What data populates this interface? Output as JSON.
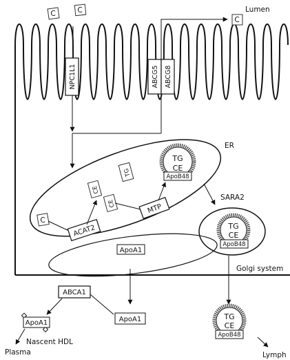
{
  "labels": {
    "lumen": "Lumen",
    "er": "ER",
    "sara2": "SARA2",
    "golgi": "Golgi system",
    "nascent_hdl": "Nascent HDL",
    "plasma": "Plasma",
    "lymph": "Lymph"
  },
  "cholesterol_symbol": "C",
  "transporters": {
    "npc1l1": "NPC1L1",
    "abcg5": "ABCG5",
    "abcg8": "ABCG8",
    "abca1": "ABCA1"
  },
  "er_contents": {
    "tg": "TG",
    "ce": "CE",
    "acat2": "ACAT2",
    "mtp": "MTP",
    "apoa1": "ApoA1"
  },
  "chylomicron": {
    "tg": "TG",
    "ce": "CE",
    "apob48": "ApoB48"
  },
  "secreted_apoa1": "ApoA1",
  "nascent_apoa1": "ApoA1"
}
